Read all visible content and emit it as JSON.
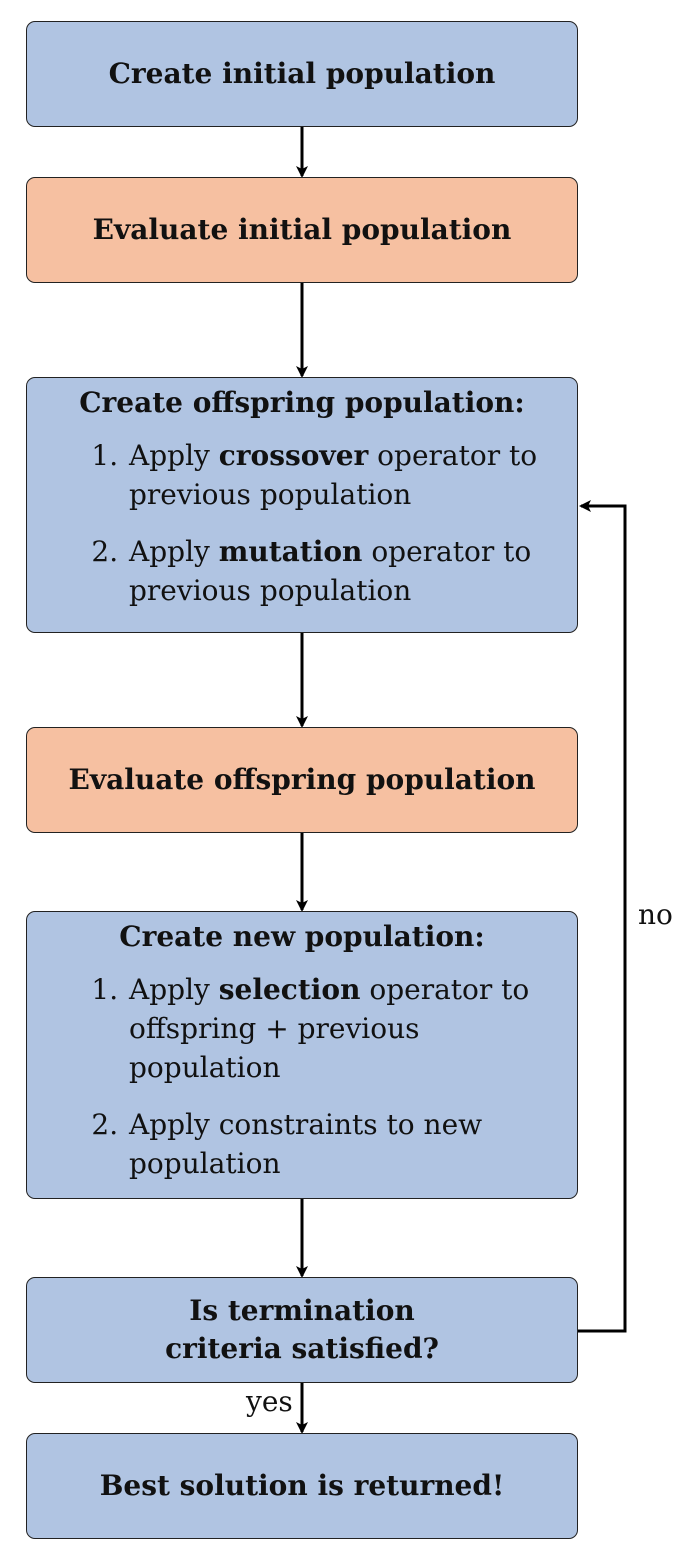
{
  "nodes": {
    "create_initial": {
      "label": "Create initial population"
    },
    "evaluate_initial": {
      "label": "Evaluate initial population"
    },
    "create_offspring": {
      "title": "Create offspring population:",
      "items": [
        {
          "prefix": "Apply ",
          "bold": "crossover",
          "suffix": " operator to previous population"
        },
        {
          "prefix": "Apply ",
          "bold": "mutation",
          "suffix": " operator to previous population"
        }
      ]
    },
    "evaluate_offspring": {
      "label": "Evaluate offspring population"
    },
    "create_new": {
      "title": "Create new population:",
      "items": [
        {
          "prefix": "Apply ",
          "bold": "selection",
          "suffix": " operator to offspring + previous population"
        },
        {
          "text": "Apply constraints to new population"
        }
      ]
    },
    "termination": {
      "label_line1": "Is termination",
      "label_line2": "criteria satisfied?"
    },
    "best_solution": {
      "label": "Best solution is returned!"
    }
  },
  "edges": {
    "no_label": "no",
    "yes_label": "yes"
  },
  "colors": {
    "process_blue": "#b0c4e2",
    "evaluate_orange": "#f6c0a1",
    "stroke": "#000000"
  }
}
